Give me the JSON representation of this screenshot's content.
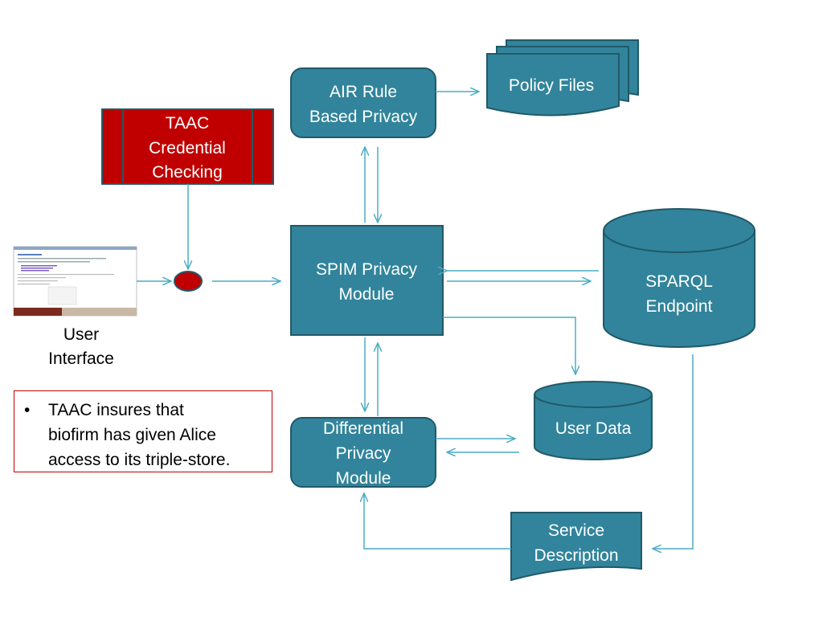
{
  "nodes": {
    "air_rule": [
      "AIR Rule",
      "Based Privacy"
    ],
    "policy_files": "Policy Files",
    "taac": [
      "TAAC",
      "Credential",
      "Checking"
    ],
    "spim": [
      "SPIM Privacy",
      "Module"
    ],
    "sparql": [
      "SPARQL",
      "Endpoint"
    ],
    "user_data": "User Data",
    "differential": [
      "Differential",
      "Privacy",
      "Module"
    ],
    "service_description": [
      "Service",
      "Description"
    ],
    "user_interface": [
      "User",
      "Interface"
    ]
  },
  "note": {
    "bullet": "•",
    "lines": [
      "TAAC insures that",
      "biofirm has given Alice",
      "access to its triple-store."
    ]
  },
  "colors": {
    "teal_fill": "#31849b",
    "teal_border": "#215968",
    "arrow": "#4bacc6",
    "taac_fill": "#c00000",
    "note_border": "#c00000"
  }
}
